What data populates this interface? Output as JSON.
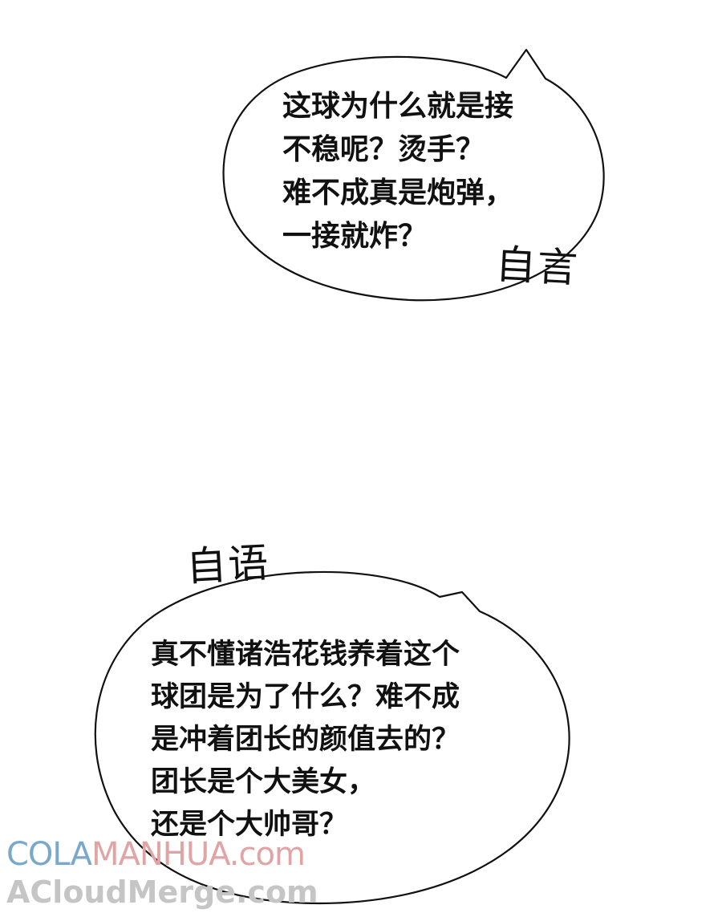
{
  "bubble_top": {
    "text": "这球为什么就是接\n不稳呢？烫手？\n难不成真是炮弹，\n一接就炸？"
  },
  "bubble_bottom": {
    "text": "真不懂诸浩花钱养着这个\n球团是为了什么？难不成\n是冲着团长的颜值去的？\n团长是个大美女，\n还是个大帅哥？"
  },
  "sfx_top": "自言",
  "sfx_bottom": "自语",
  "watermark": {
    "line1_part1": "COLA",
    "line1_part2": "MANHUA.com",
    "line2": "ACloudMerge.com"
  },
  "colors": {
    "ink": "#111111",
    "background": "#ffffff",
    "watermark_blue": "#7aa8c8",
    "watermark_pink": "#e0a4a4",
    "watermark_gray": "#c5c5c5"
  }
}
